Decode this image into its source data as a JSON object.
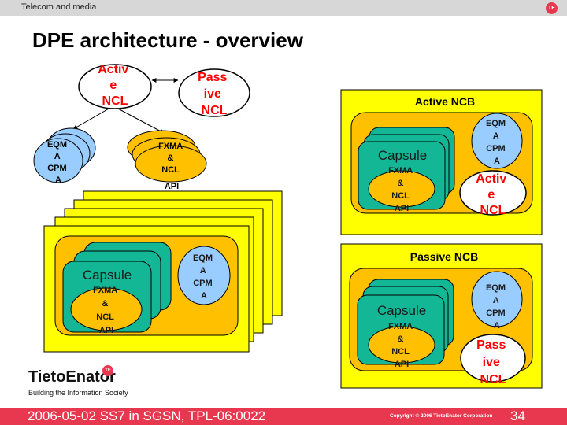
{
  "header": {
    "company_line": "Telecom and media",
    "logo_mark": "TE"
  },
  "title": "DPE architecture - overview",
  "top_cluster": {
    "active_ncl": [
      "Activ",
      "e",
      "NCL"
    ],
    "passive_ncl": [
      "Pass",
      "ive",
      "NCL"
    ],
    "eqma": [
      "EQM",
      "A",
      "CPM",
      "A"
    ],
    "fxma": [
      "FXMA",
      "&",
      "NCL",
      "API"
    ]
  },
  "stack": {
    "capsule": "Capsule",
    "fxma": [
      "FXMA",
      "&",
      "NCL",
      "API"
    ],
    "eqma": [
      "EQM",
      "A",
      "CPM",
      "A"
    ]
  },
  "active_ncb": {
    "title": "Active NCB",
    "capsule": "Capsule",
    "fxma": [
      "FXMA",
      "&",
      "NCL",
      "API"
    ],
    "eqma": [
      "EQM",
      "A",
      "CPM",
      "A"
    ],
    "ncl": [
      "Activ",
      "e",
      "NCL"
    ]
  },
  "passive_ncb": {
    "title": "Passive NCB",
    "capsule": "Capsule",
    "fxma": [
      "FXMA",
      "&",
      "NCL",
      "API"
    ],
    "eqma": [
      "EQM",
      "A",
      "CPM",
      "A"
    ],
    "ncl": [
      "Pass",
      "ive",
      "NCL"
    ]
  },
  "brand": {
    "name": "TietoEnator",
    "mark": "TE",
    "tagline": "Building the Information Society"
  },
  "footer": {
    "date_line": "2006-05-02   SS7 in SGSN, TPL-06:0022",
    "copyright": "Copyright © 2006 TietoEnator Corporation",
    "page": "34"
  },
  "colors": {
    "yellow": "#ffff00",
    "orange": "#ffc000",
    "teal": "#13b796",
    "blue": "#99ccff",
    "red": "#ff0000",
    "brand_red": "#e8384f"
  }
}
